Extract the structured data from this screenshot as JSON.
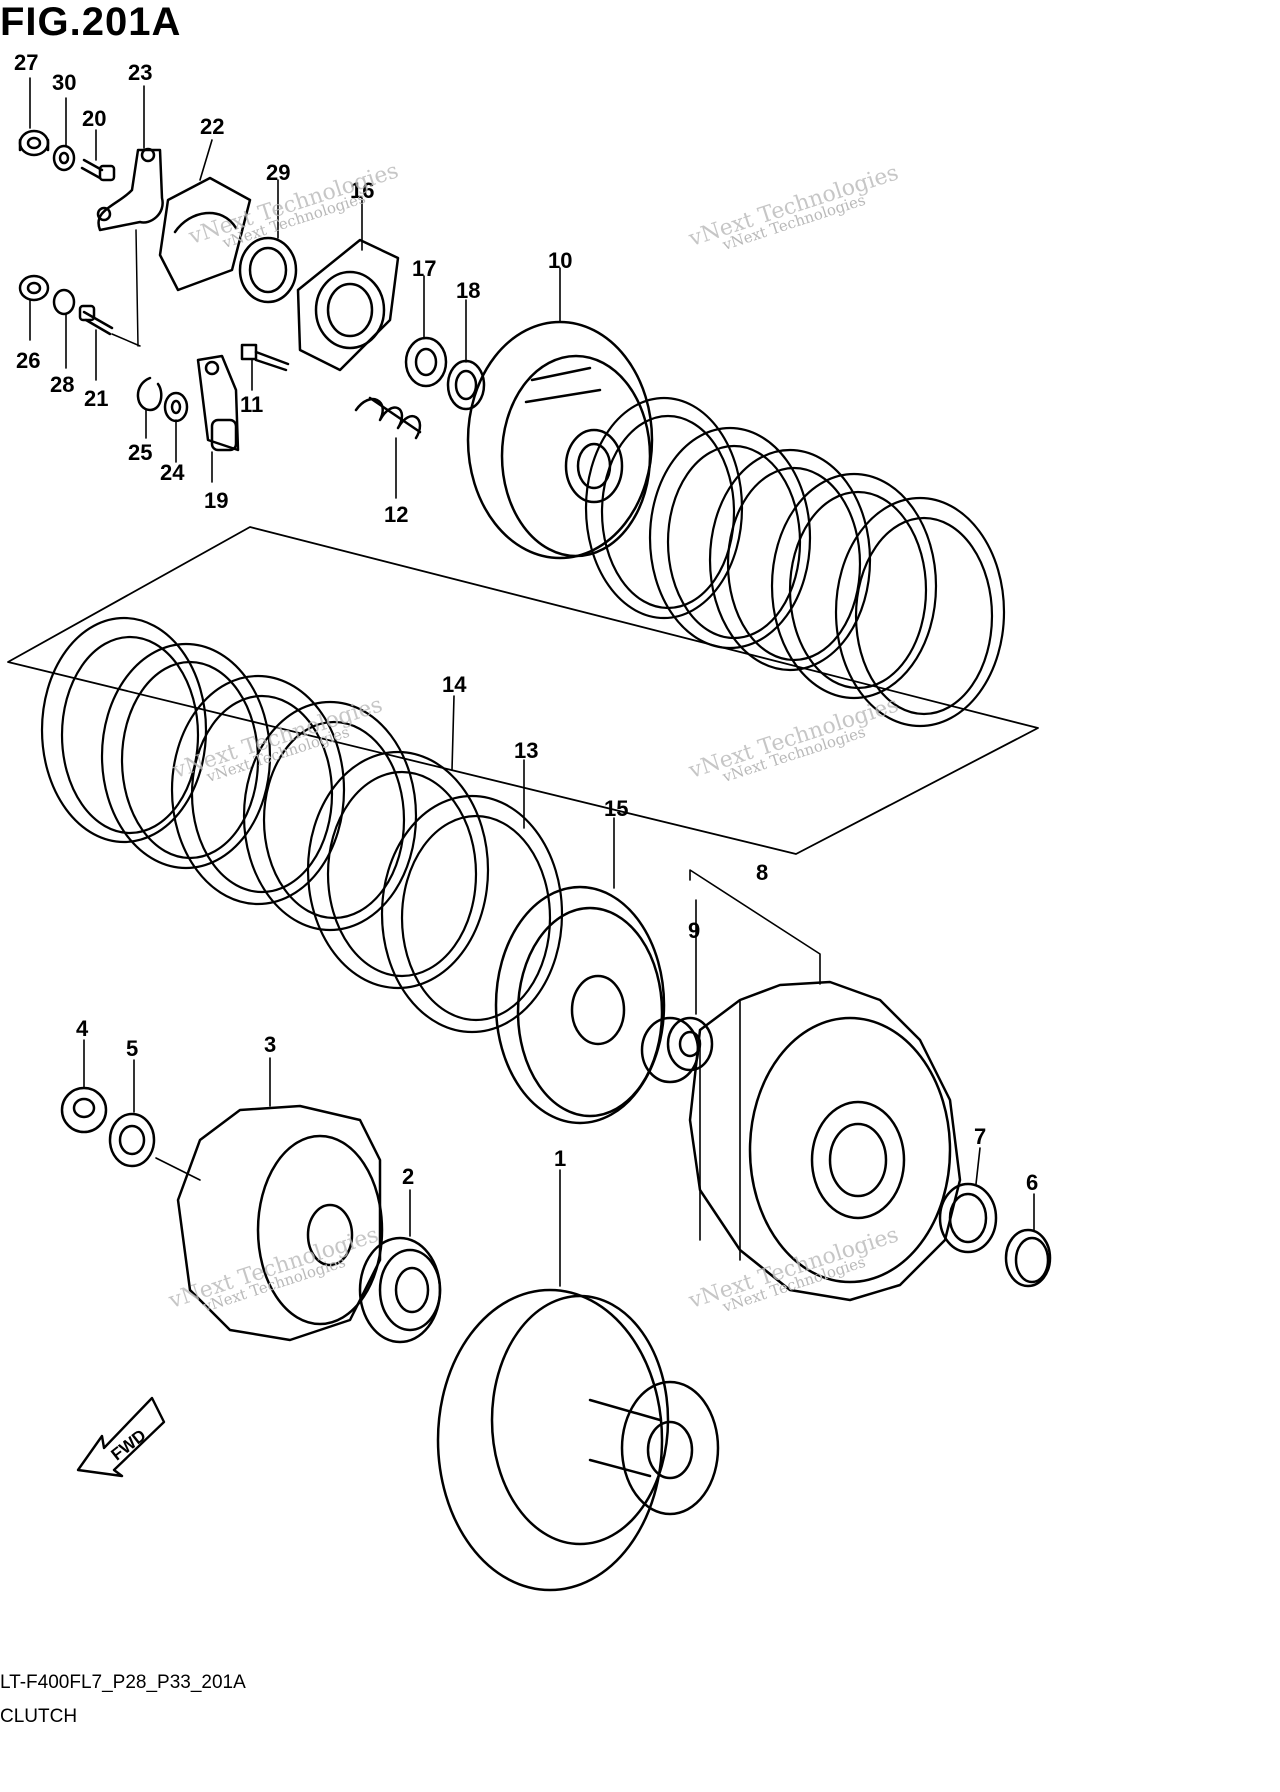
{
  "figure": {
    "title": "FIG.201A",
    "code": "LT-F400FL7_P28_P33_201A",
    "subtitle": "CLUTCH"
  },
  "direction_arrow": {
    "label": "FWD",
    "icon": "fwd-arrow-icon"
  },
  "watermark": {
    "company": "vNext Technologies",
    "big": "vNext Technologies"
  },
  "callouts": [
    "27",
    "30",
    "20",
    "23",
    "22",
    "29",
    "16",
    "17",
    "18",
    "10",
    "26",
    "28",
    "21",
    "25",
    "24",
    "19",
    "11",
    "12",
    "14",
    "13",
    "15",
    "8",
    "9",
    "4",
    "5",
    "3",
    "2",
    "1",
    "7",
    "6"
  ]
}
